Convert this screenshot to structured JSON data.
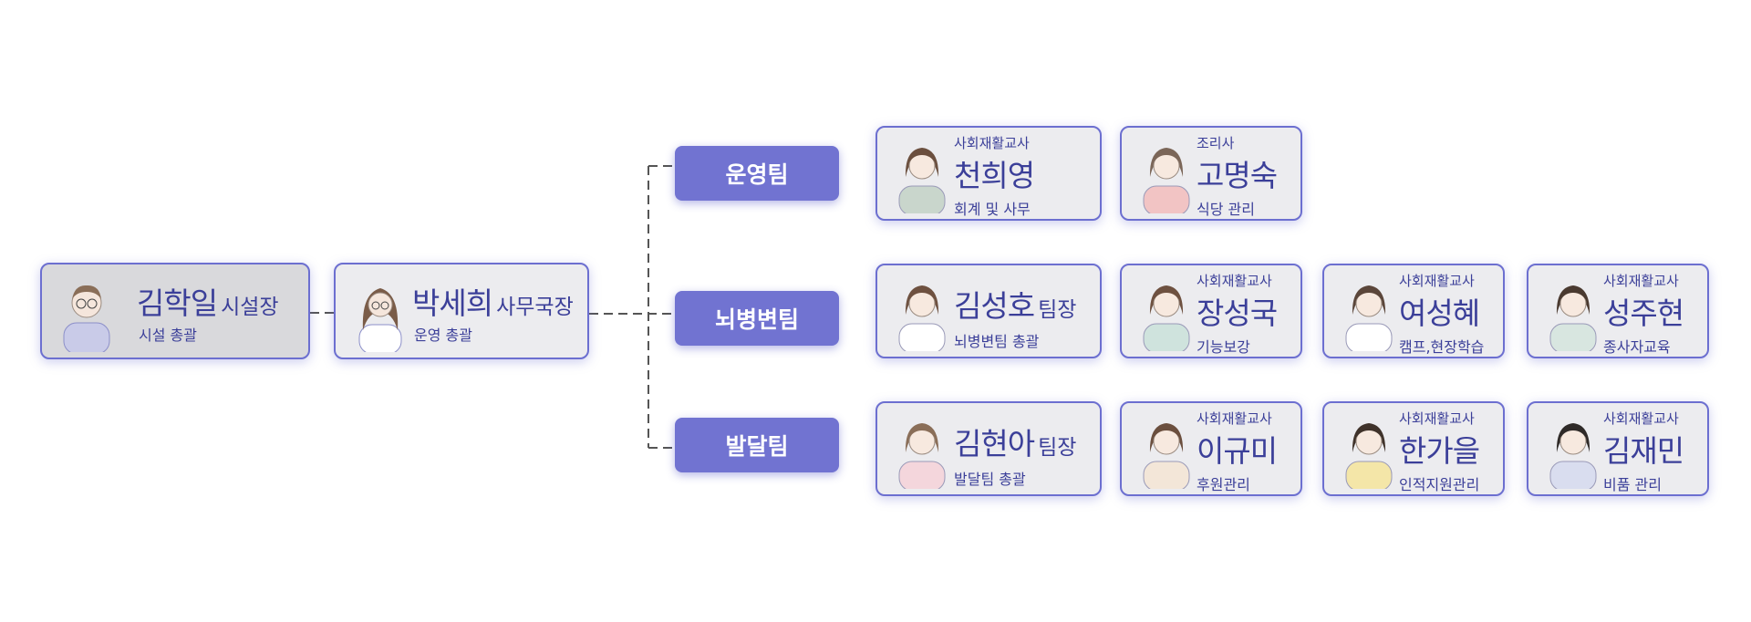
{
  "director": {
    "name": "김학일",
    "title": "시설장",
    "desc": "시설 총괄",
    "avatar": "man-glasses-avatar-icon"
  },
  "secretary": {
    "name": "박세희",
    "title": "사무국장",
    "desc": "운영 총괄",
    "avatar": "woman-long-hair-avatar-icon"
  },
  "teams": [
    {
      "label": "운영팀",
      "members": [
        {
          "role": "사회재활교사",
          "name": "천희영",
          "title": "",
          "desc": "회계 및 사무"
        },
        {
          "role": "조리사",
          "name": "고명숙",
          "title": "",
          "desc": "식당 관리"
        }
      ]
    },
    {
      "label": "뇌병변팀",
      "members": [
        {
          "role": "",
          "name": "김성호",
          "title": "팀장",
          "desc": "뇌병변팀 총괄"
        },
        {
          "role": "사회재활교사",
          "name": "장성국",
          "title": "",
          "desc": "기능보강"
        },
        {
          "role": "사회재활교사",
          "name": "여성혜",
          "title": "",
          "desc": "캠프,현장학습"
        },
        {
          "role": "사회재활교사",
          "name": "성주현",
          "title": "",
          "desc": "종사자교육"
        }
      ]
    },
    {
      "label": "발달팀",
      "members": [
        {
          "role": "",
          "name": "김현아",
          "title": "팀장",
          "desc": "발달팀 총괄"
        },
        {
          "role": "사회재활교사",
          "name": "이규미",
          "title": "",
          "desc": "후원관리"
        },
        {
          "role": "사회재활교사",
          "name": "한가을",
          "title": "",
          "desc": "인적지원관리"
        },
        {
          "role": "사회재활교사",
          "name": "김재민",
          "title": "",
          "desc": "비품 관리"
        }
      ]
    }
  ],
  "colors": {
    "accent": "#7173d1",
    "border": "#6c6fd0",
    "text": "#3b3f99",
    "card_bg": "#ececef",
    "director_bg": "#d9d9dc"
  }
}
